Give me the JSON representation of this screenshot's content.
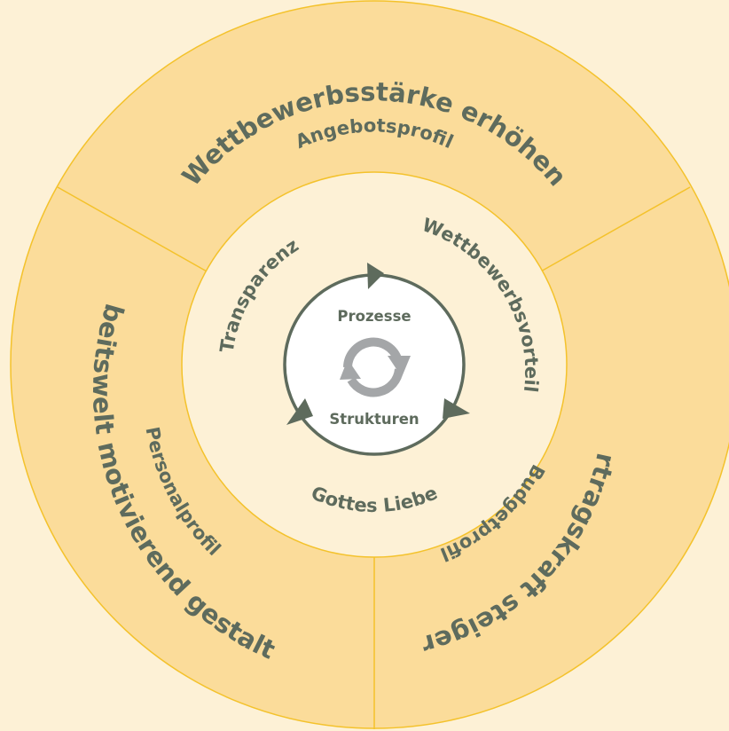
{
  "colors": {
    "page_background": "#fdf1d6",
    "outer_ring": "#fbdc9a",
    "inner_ring": "#fdf1d6",
    "border": "#f4c22b",
    "text": "#5e6b5d",
    "core_stroke": "#5e6b5d",
    "core_fill": "#ffffff",
    "cycle_icon": "#a4a6a8"
  },
  "outer_ring": {
    "segments": [
      {
        "title": "Wettbewerbsstärke erhöhen",
        "subtitle": "Angebotsprofil"
      },
      {
        "title": "Ertragskraft steigern",
        "subtitle": "Budgetprofil"
      },
      {
        "title": "Arbeitswelt motivierend gestalten",
        "subtitle": "Personalprofil"
      }
    ]
  },
  "inner_ring": {
    "labels": {
      "left": "Transparenz",
      "right": "Wettbewerbsvorteil",
      "bottom": "Gottes Liebe"
    }
  },
  "core": {
    "top_label": "Prozesse",
    "bottom_label": "Strukturen",
    "icon": "refresh-cycle-icon"
  }
}
